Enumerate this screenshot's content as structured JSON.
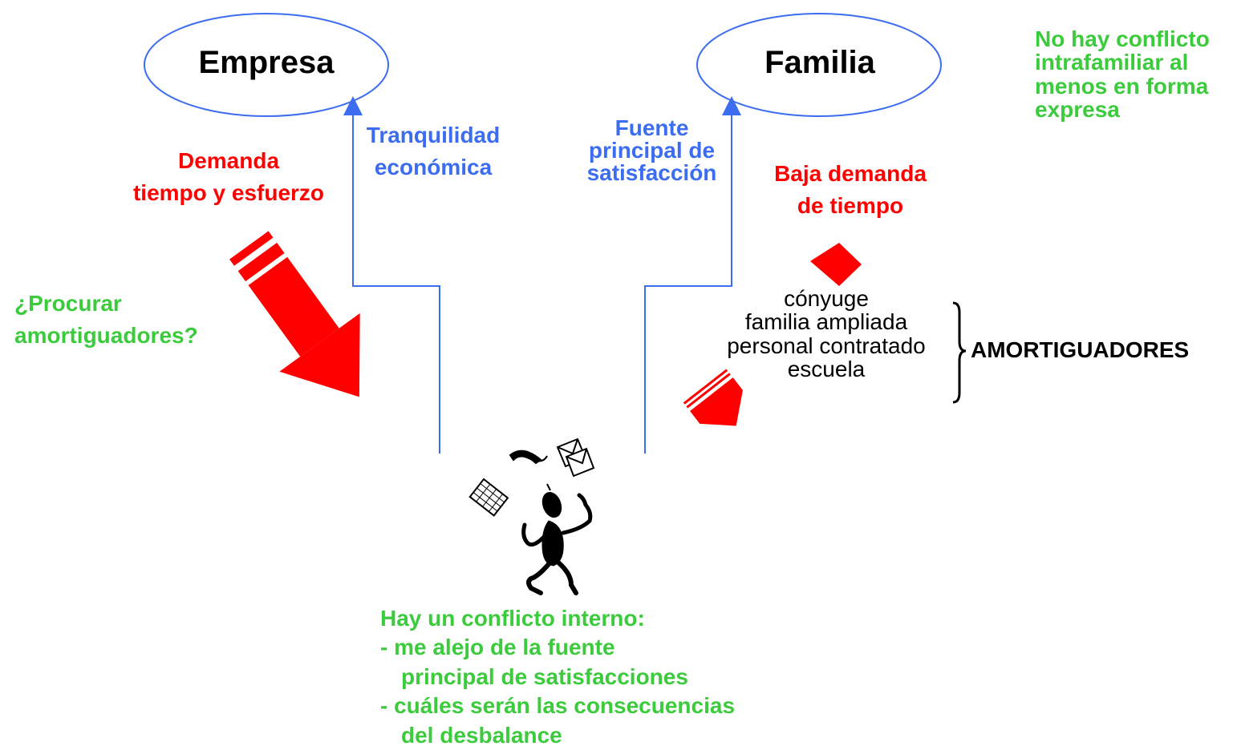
{
  "nodes": {
    "empresa": "Empresa",
    "familia": "Familia"
  },
  "labels": {
    "demanda_line1": "Demanda",
    "demanda_line2": "tiempo y esfuerzo",
    "tranquilidad_line1": "Tranquilidad",
    "tranquilidad_line2": "económica",
    "fuente_line1": "Fuente",
    "fuente_line2": "principal de",
    "fuente_line3": "satisfacción",
    "baja_line1": "Baja demanda",
    "baja_line2": "de tiempo",
    "procurar_line1": "¿Procurar",
    "procurar_line2": "amortiguadores?",
    "no_conflicto": [
      "No hay conflicto",
      "intrafamiliar al",
      "menos en forma",
      "expresa"
    ],
    "amortiguadores_items": [
      "cónyuge",
      "familia ampliada",
      "personal contratado",
      "escuela"
    ],
    "amortiguadores_title": "AMORTIGUADORES",
    "conflicto": [
      "Hay un conflicto interno:",
      "-  me alejo de la fuente",
      "principal de satisfacciones",
      "-  cuáles serán las consecuencias",
      "del desbalance"
    ]
  },
  "colors": {
    "red": "#ff0000",
    "blue": "#3c6cf0",
    "green": "#3ccb3c",
    "black": "#000000"
  },
  "icons": {
    "figure": "juggling-person-icon"
  }
}
